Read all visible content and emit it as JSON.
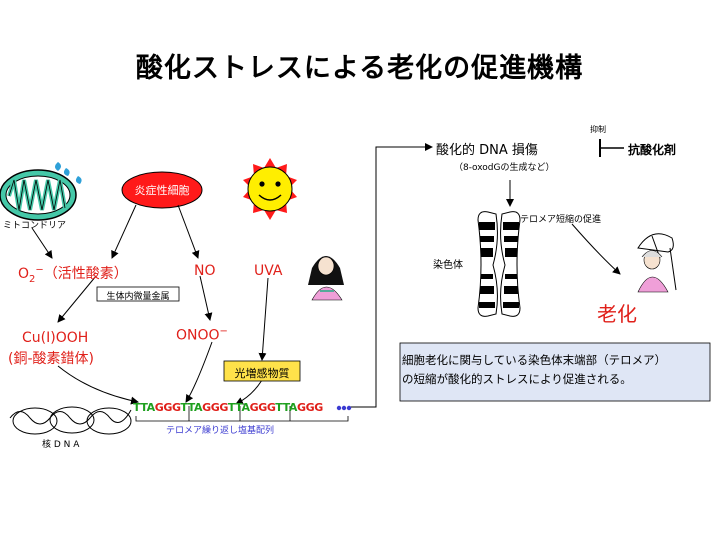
{
  "title": "酸化ストレスによる老化の促進機構",
  "labels": {
    "mitochondria": "ミトコンドリア",
    "inflammatory_cells": "炎症性細胞",
    "o2_prefix": "O",
    "o2_sub": "2",
    "o2_sup": "−",
    "o2_rest": "（活性酸素）",
    "trace_metals": "生体内微量金属",
    "no": "NO",
    "uva": "UVA",
    "cu_ooh": "Cu(I)OOH",
    "cu_complex": "(銅-酸素錯体)",
    "onoo": "ONOO",
    "onoo_sup": "−",
    "photosensitizer": "光増感物質",
    "dna_damage": "酸化的 DNA 損傷",
    "dna_damage_note": "（8-oxodGの生成など）",
    "suppression": "抑制",
    "antioxidant": "抗酸化剤",
    "telomere_shortening": "テロメア短縮の促進",
    "chromosome": "染色体",
    "aging": "老化",
    "nuclear_dna": "核 D N A",
    "telomere_repeat": "テロメア繰り返し塩基配列",
    "summary_line1": "細胞老化に関与している染色体末端部（テロメア）",
    "summary_line2": "の短縮が酸化的ストレスにより促進される。"
  },
  "telomere_sequence": [
    {
      "t": "TTA",
      "g": "GGG"
    },
    {
      "t": "TTA",
      "g": "GGG"
    },
    {
      "t": "TTA",
      "g": "GGG"
    },
    {
      "t": "TTA",
      "g": "GGG"
    }
  ],
  "colors": {
    "red": "#e0201a",
    "green": "#1fa01f",
    "mito_fill": "#45c8a8",
    "inflam_fill": "#ff1a1a",
    "sun_fill": "#ffee00",
    "sun_ray": "#ff1a1a",
    "summary_fill": "#dfe6f5",
    "photo_fill": "#ffe24a",
    "dots": "#3b3bd1"
  }
}
